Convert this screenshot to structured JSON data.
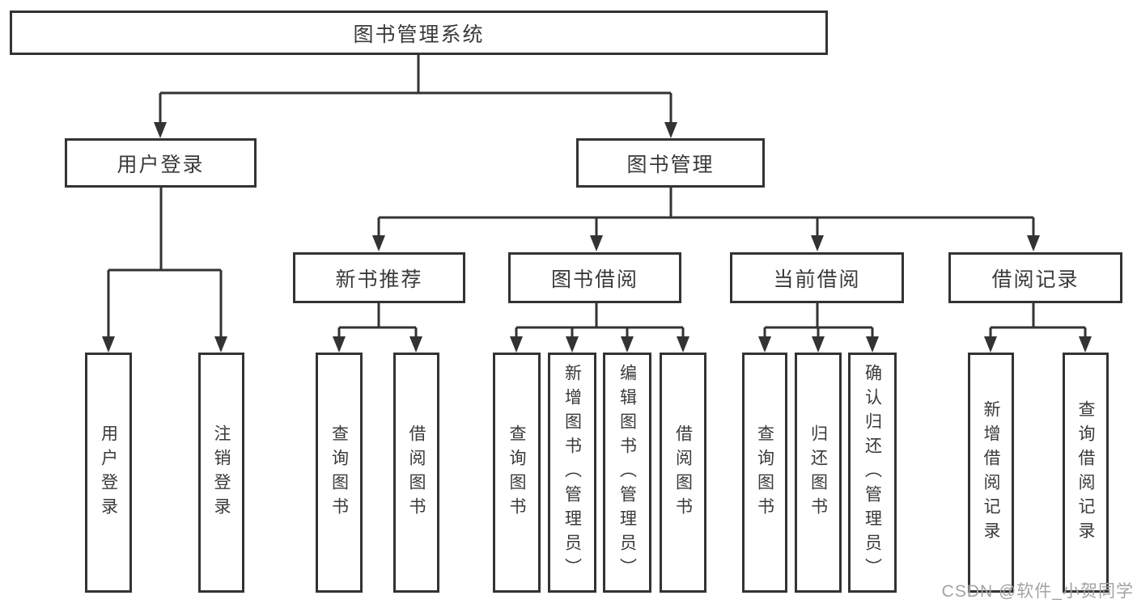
{
  "diagram": {
    "root": {
      "label": "图书管理系统",
      "children": [
        {
          "label": "用户登录",
          "children": [
            {
              "label": "用户登录"
            },
            {
              "label": "注销登录"
            }
          ]
        },
        {
          "label": "图书管理",
          "children": [
            {
              "label": "新书推荐",
              "children": [
                {
                  "label": "查询图书"
                },
                {
                  "label": "借阅图书"
                }
              ]
            },
            {
              "label": "图书借阅",
              "children": [
                {
                  "label": "查询图书"
                },
                {
                  "label": "新增图书（管理员）"
                },
                {
                  "label": "编辑图书（管理员）"
                },
                {
                  "label": "借阅图书"
                }
              ]
            },
            {
              "label": "当前借阅",
              "children": [
                {
                  "label": "查询图书"
                },
                {
                  "label": "归还图书"
                },
                {
                  "label": "确认归还（管理员）"
                }
              ]
            },
            {
              "label": "借阅记录",
              "children": [
                {
                  "label": "新增借阅记录"
                },
                {
                  "label": "查询借阅记录"
                }
              ]
            }
          ]
        }
      ]
    },
    "watermark": "CSDN @软件_小贺同学",
    "colors": {
      "line": "#333333",
      "box_border": "#333333",
      "text": "#3a3a3a",
      "watermark_text": "#a3a3a3",
      "background": "#ffffff"
    }
  }
}
